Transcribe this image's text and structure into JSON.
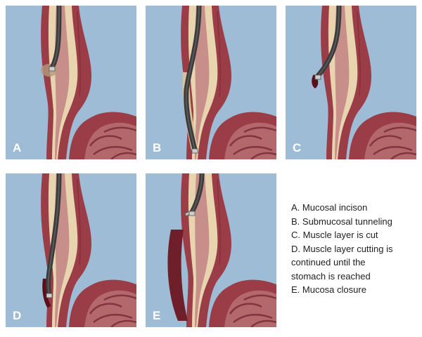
{
  "panels": [
    {
      "letter": "A"
    },
    {
      "letter": "B"
    },
    {
      "letter": "C"
    },
    {
      "letter": "D"
    },
    {
      "letter": "E"
    }
  ],
  "legend": [
    "A. Mucosal incison",
    "B. Submucosal tunneling",
    "C. Muscle layer is cut",
    "D. Muscle layer cutting is",
    "continued until the",
    "stomach is reached",
    "E. Mucosa closure"
  ],
  "colors": {
    "background": "#9ebcd6",
    "muscle": "#9b3d46",
    "muscle_dark": "#6f1f2a",
    "submucosa": "#e8d5b0",
    "lumen": "#c78e8a",
    "endoscope": "#3a3a3a"
  }
}
